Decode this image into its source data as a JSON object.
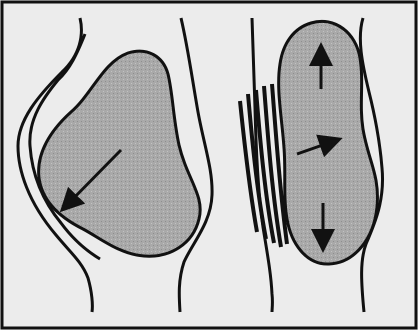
{
  "figure": {
    "panels": [
      {
        "id": "left",
        "arrow_count": 1,
        "arrow_direction": "down-left"
      },
      {
        "id": "right",
        "arrow_count": 3,
        "arrow_directions": [
          "up",
          "right",
          "down"
        ],
        "compression_lines": 5
      }
    ]
  },
  "colors": {
    "background": "#ececec",
    "frame": "#111111",
    "fill": "#a9a9a9",
    "stroke": "#111111"
  }
}
